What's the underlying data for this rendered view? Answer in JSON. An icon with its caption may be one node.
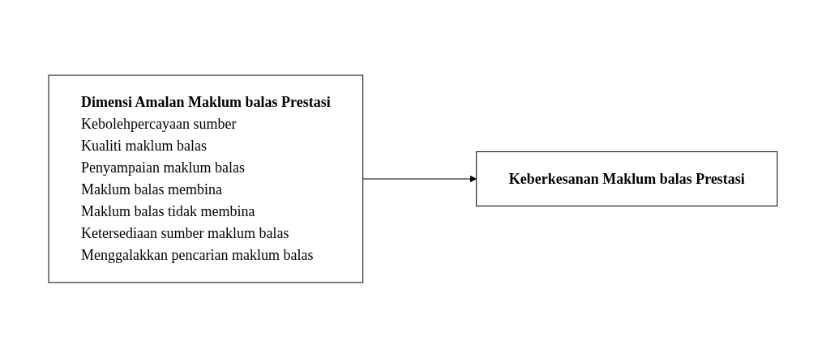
{
  "diagram": {
    "nodes": [
      {
        "text": [
          "Dimensi Amalan Maklum balas Prestasi",
          "Kebolehpercayaan sumber",
          "Kualiti maklum balas",
          "Penyampaian maklum balas",
          "Maklum balas membina",
          "Maklum balas tidak membina",
          "Ketersediaan sumber maklum balas",
          "Menggalakkan pencarian maklum balas"
        ]
      },
      {
        "text": [
          "Keberkesanan Maklum balas Prestasi"
        ]
      }
    ],
    "edges": [
      {
        "from": 0,
        "to": 1,
        "arrow": "to"
      }
    ]
  }
}
